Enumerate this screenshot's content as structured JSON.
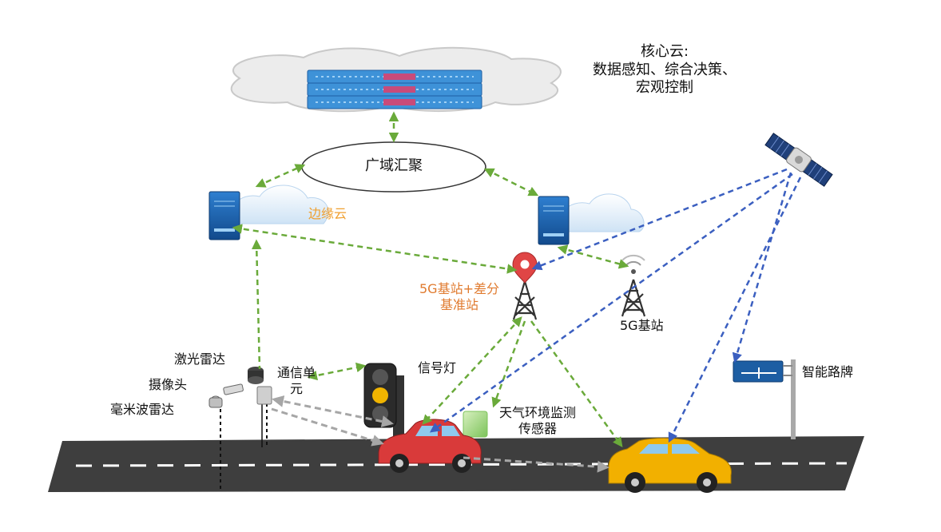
{
  "labels": {
    "core_cloud": [
      "核心云:",
      "数据感知、综合决策、",
      "宏观控制"
    ],
    "wan_aggregation": "广域汇聚",
    "edge_cloud": "边缘云",
    "base_station_ref": [
      "5G基站+差分",
      "基准站"
    ],
    "base_station_5g": "5G基站",
    "lidar": "激光雷达",
    "camera": "摄像头",
    "mmwave_radar": "毫米波雷达",
    "comm_unit": [
      "通信单",
      "元"
    ],
    "traffic_light": "信号灯",
    "env_sensor": [
      "天气环境监测",
      "传感器"
    ],
    "smart_sign": "智能路牌"
  },
  "colors": {
    "green_link": "#6aaa3a",
    "blue_link": "#3b5fc0",
    "gray_link": "#a6a6a6",
    "edge_cloud_text": "#f0a030",
    "base_station_text": "#e07a2e",
    "server_blue": "#1f5fa8",
    "red_car": "#d93a3a",
    "yellow_car": "#f2b000",
    "road": "#404040"
  }
}
